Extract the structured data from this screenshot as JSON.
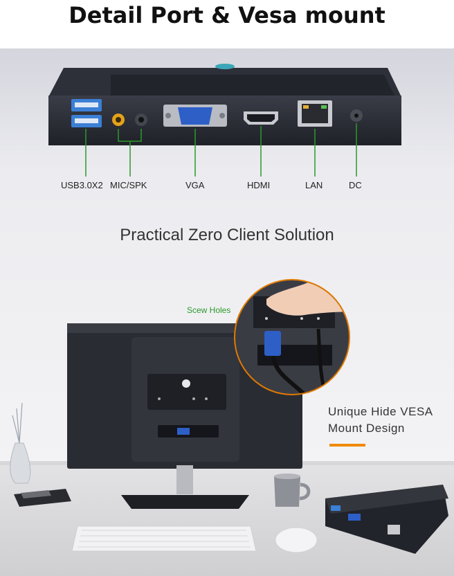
{
  "page": {
    "title": "Detail Port & Vesa mount",
    "subtitle": "Practical Zero Client Solution",
    "callout_screw": "Scew Holes",
    "vesa_line1": "Unique Hide VESA",
    "vesa_line2": "Mount Design"
  },
  "ports": [
    {
      "id": "usb",
      "label": "USB3.0X2"
    },
    {
      "id": "mic",
      "label": "MIC/SPK"
    },
    {
      "id": "vga",
      "label": "VGA"
    },
    {
      "id": "hdmi",
      "label": "HDMI"
    },
    {
      "id": "lan",
      "label": "LAN"
    },
    {
      "id": "dc",
      "label": "DC"
    }
  ],
  "colors": {
    "accent_green": "#2a9a2a",
    "accent_orange": "#f08a00",
    "device_body": "#2a2c35",
    "usb_blue": "#3b7fd6",
    "vga_blue": "#2d5fc7"
  }
}
